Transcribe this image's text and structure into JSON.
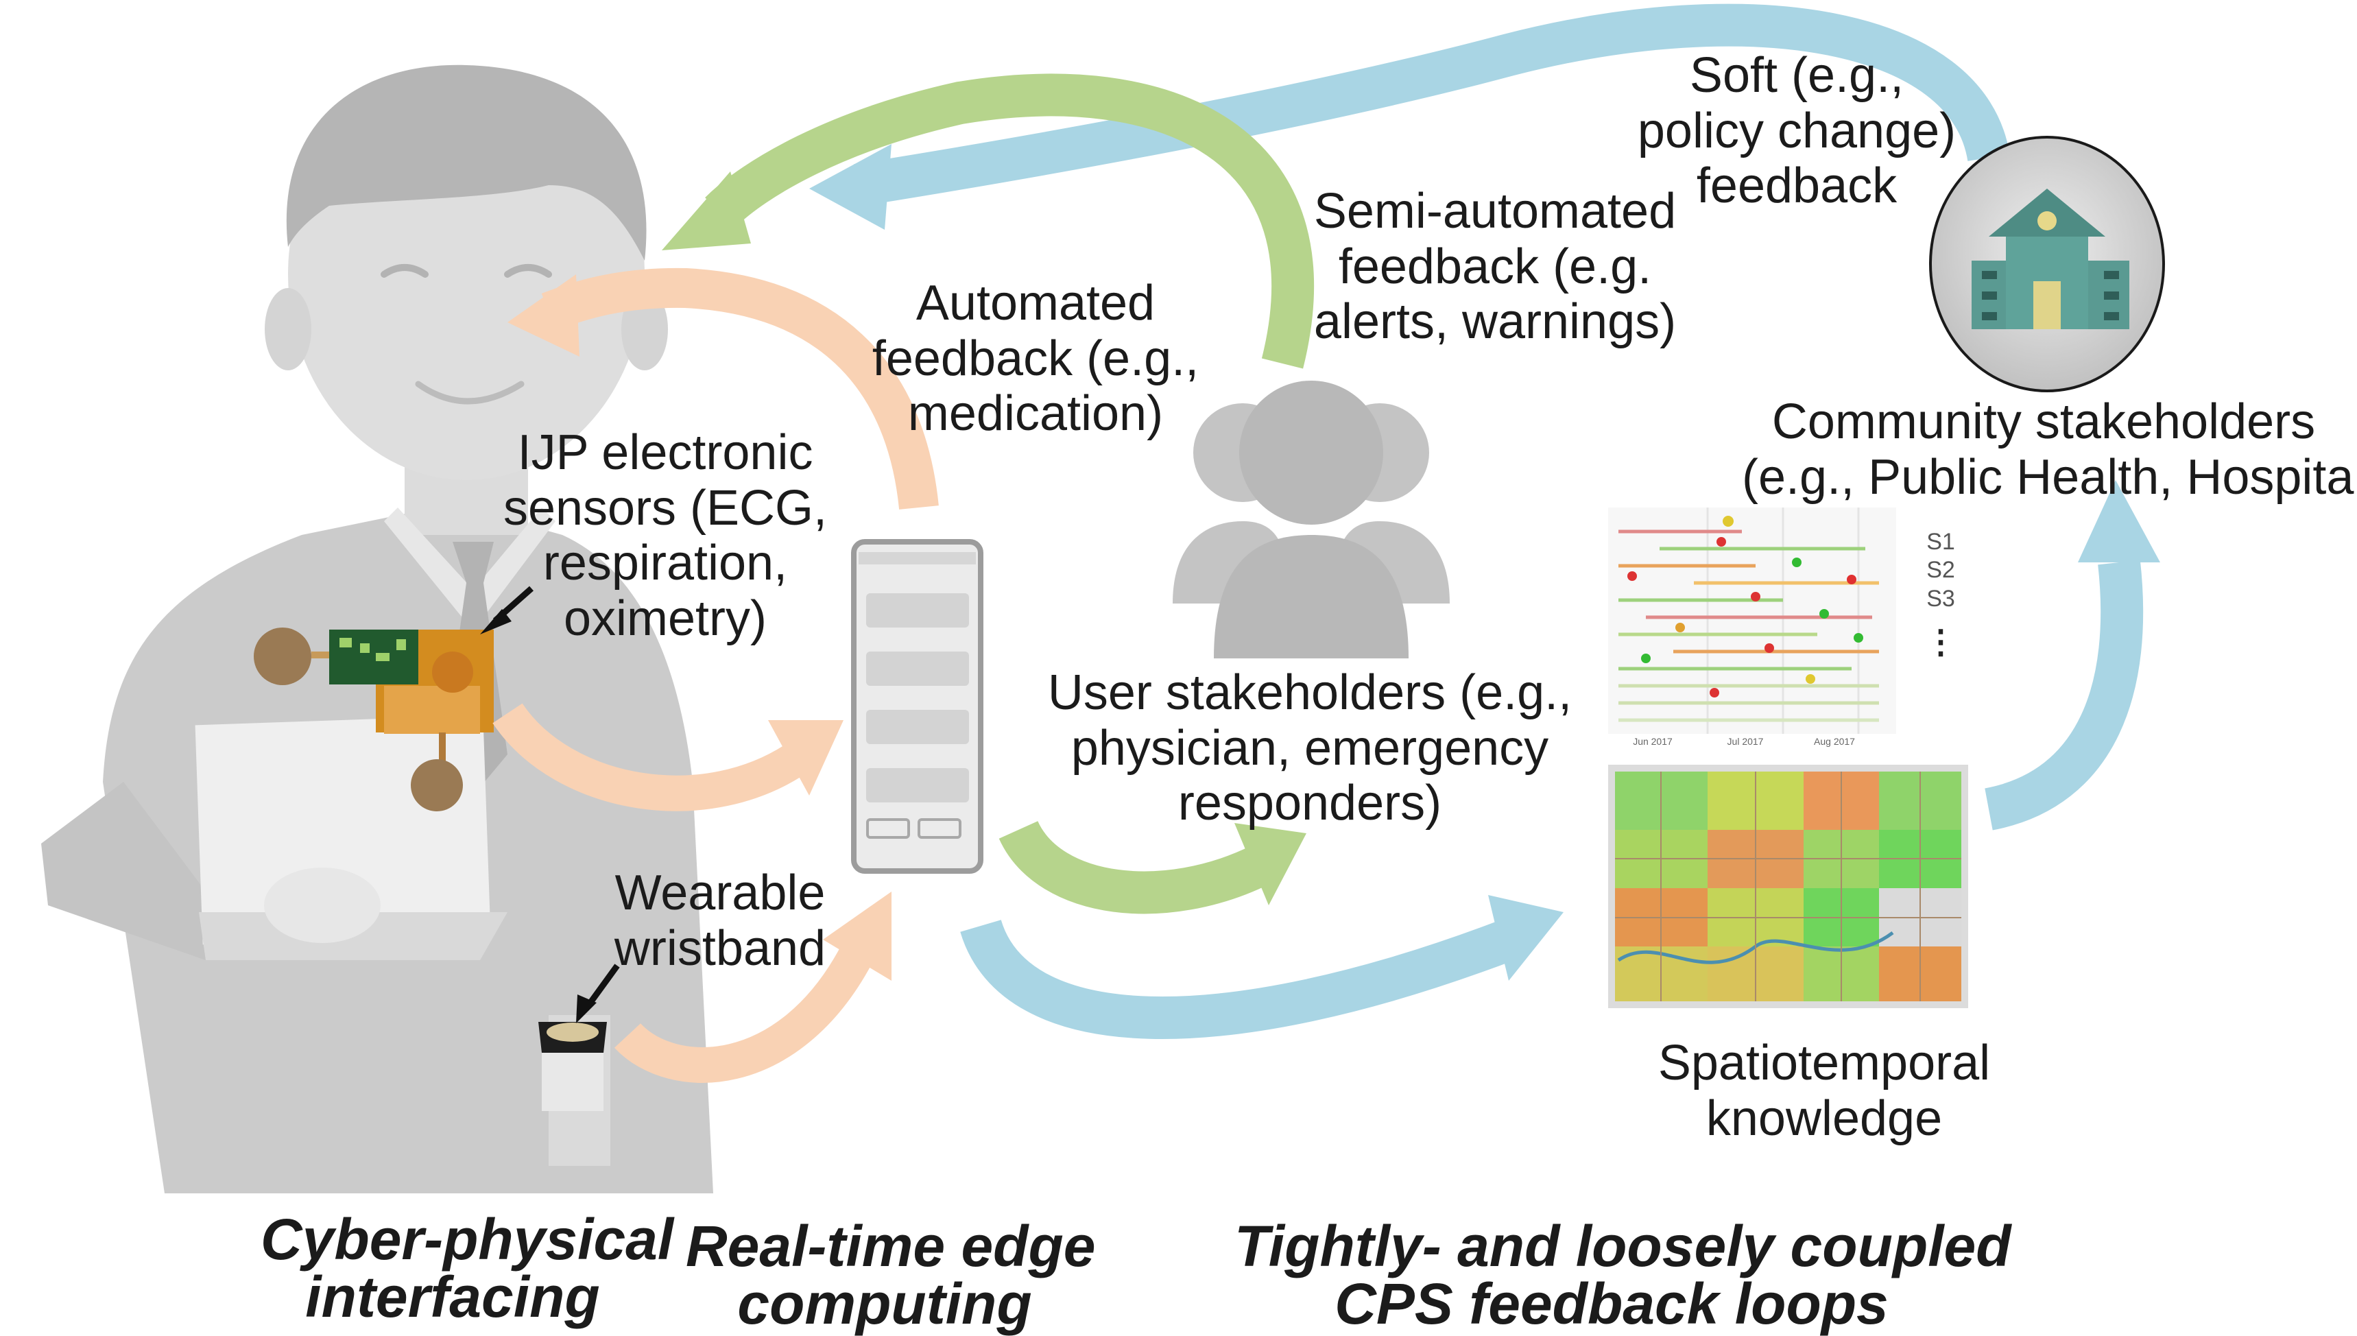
{
  "labels": {
    "soft_feedback": [
      "Soft (e.g.,",
      "policy change)",
      "feedback"
    ],
    "semi_automated": [
      "Semi-automated",
      "feedback (e.g.",
      "alerts, warnings)"
    ],
    "automated": [
      "Automated",
      "feedback (e.g.,",
      "medication)"
    ],
    "community": [
      "Community stakeholders",
      "(e.g., Public Health, Hospitals)"
    ],
    "ijp_sensors": [
      "IJP electronic",
      "sensors (ECG,",
      "respiration,",
      "oximetry)"
    ],
    "user_stakeholders": [
      "User stakeholders (e.g.,",
      "physician, emergency",
      "responders)"
    ],
    "wristband": [
      "Wearable",
      "wristband"
    ],
    "spatiotemporal": [
      "Spatiotemporal",
      "knowledge"
    ]
  },
  "captions": {
    "cyber_physical": [
      "Cyber-physical",
      "interfacing"
    ],
    "edge_computing": [
      "Real-time edge",
      "computing"
    ],
    "feedback_loops": [
      "Tightly- and loosely coupled",
      "CPS feedback loops"
    ]
  },
  "timeline_legend": [
    "S1",
    "S2",
    "S3",
    "⋮"
  ],
  "timeline_axis": [
    "Jun 2017",
    "Jul 2017",
    "Aug 2017"
  ],
  "colors": {
    "orange_arrow": "#f9d2b4",
    "green_arrow": "#b6d48c",
    "blue_arrow": "#a9d5e4",
    "person_gray": "#c9c9c9",
    "building_teal": "#4e8c84",
    "map_green": "#84cf5a",
    "map_orange": "#e8974f"
  },
  "icons": [
    "person-figure",
    "smartphone-icon",
    "user-group-icon",
    "building-icon",
    "chip-sensor-icon",
    "wristband-icon"
  ]
}
